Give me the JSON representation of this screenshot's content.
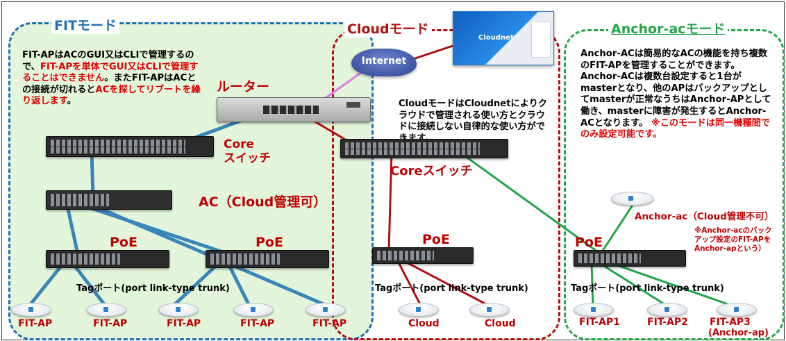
{
  "modes": {
    "fit": {
      "title": "FITモード",
      "desc_parts": [
        {
          "t": "FIT-APはACのGUI又はCLIで管理するので、",
          "red": false
        },
        {
          "t": "FIT-APを単体でGUI又はCLIで管理することはできません",
          "red": true
        },
        {
          "t": "。またFIT-APはACとの接続が切れると",
          "red": false
        },
        {
          "t": "ACを探してリブートを繰り返します",
          "red": true
        },
        {
          "t": "。",
          "red": false
        }
      ],
      "router_label": "ルーター",
      "core_label": "Core\nスイッチ",
      "ac_label": "AC（Cloud管理可）",
      "poe_labels": [
        "PoE",
        "PoE"
      ],
      "tag_label": "Tagポート(port link-type trunk)",
      "ap_labels": [
        "FIT-AP",
        "FIT-AP",
        "FIT-AP",
        "FIT-AP",
        "FIT-AP"
      ]
    },
    "cloud": {
      "title": "Cloudモード",
      "internet_label": "Internet",
      "cloudnet_title": "Cloudnet",
      "desc": "CloudモードはCloudnetによりクラウドで管理される使い方とクラウドに接続しない自律的な使い方ができます。",
      "core_label": "Coreスイッチ",
      "poe_label": "PoE",
      "tag_label": "Tagポート(port link-type trunk)",
      "ap_labels": [
        "Cloud",
        "Cloud"
      ]
    },
    "anchor": {
      "title": "Anchor-acモード",
      "desc_parts": [
        {
          "t": "Anchor-ACは簡易的なACの機能を持ち複数のFIT-APを管理することができます。 Anchor-ACは複数台設定すると1台がmasterとなり、他のAPはバックアップとしてmasterが正常なうちはAnchor-APとして働き、masterに障害が発生するとAnchor-ACとなります。",
          "red": false
        },
        {
          "t": " ※このモードは同一機種間でのみ設定可能です。",
          "red": true
        }
      ],
      "anchor_label": "Anchor-ac（Cloud管理不可）",
      "note": "※Anchor-acのバックアップ設定のFIT-APをAnchor-apという）",
      "poe_label": "PoE",
      "tag_label": "Tagポート(port link-type trunk)",
      "ap_labels": [
        "FIT-AP1",
        "FIT-AP2",
        "FIT-AP3",
        "(Anchor-ap)"
      ]
    }
  },
  "colors": {
    "fit_border": "#1f6fb5",
    "fit_bg": "#e3f6dc",
    "cloud_border": "#b01010",
    "anchor_border": "#23a548",
    "blue_link": "#3a86b8",
    "red_link": "#b01010",
    "green_link": "#23a548",
    "pink_link": "#e07be0"
  },
  "icons": [
    "router-icon",
    "switch-icon",
    "access-point-icon",
    "internet-cloud-icon"
  ]
}
